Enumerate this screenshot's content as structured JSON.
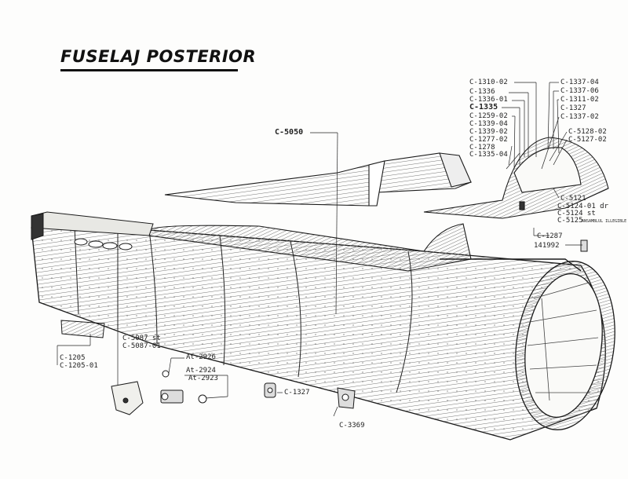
{
  "title": "FUSELAJ POSTERIOR",
  "parts": {
    "main": "C-5050",
    "p1310_02": "C-1310-02",
    "p1336": "C-1336",
    "p1336_01": "C-1336-01",
    "p1335": "C-1335",
    "p1259_02": "C-1259-02",
    "p1339_04": "C-1339-04",
    "p1339_02": "C-1339-02",
    "p1277_02": "C-1277-02",
    "p1278": "C-1278",
    "p1335_04": "C-1335-04",
    "p1337_04": "C-1337-04",
    "p1337_06": "C-1337-06",
    "p1311_02": "C-1311-02",
    "p1327_top": "C-1327",
    "p1337_02": "C-1337-02",
    "p5128_02": "C-5128-02",
    "p5127_02": "C-5127-02",
    "p5121": "C-5121",
    "p5124_01": "C-5124-01 dr",
    "p5124": "C-5124 st",
    "p5125": "C-5125",
    "p5125_note": "ANSAMBLUL ILLEGIBLE",
    "p1287": "C-1287",
    "p141992": "141992",
    "p5087": "C-5087 st",
    "p5087_01": "C-5087-01",
    "p1205": "C-1205",
    "p1205_01": "C-1205-01",
    "a2926": "At-2926",
    "a2924": "At-2924",
    "a2923": "At-2923",
    "p1327_bottom": "C-1327",
    "p3369": "C-3369"
  },
  "colors": {
    "ink": "#1a1a1a",
    "hatch": "#555555",
    "paper": "#fdfdfc"
  }
}
